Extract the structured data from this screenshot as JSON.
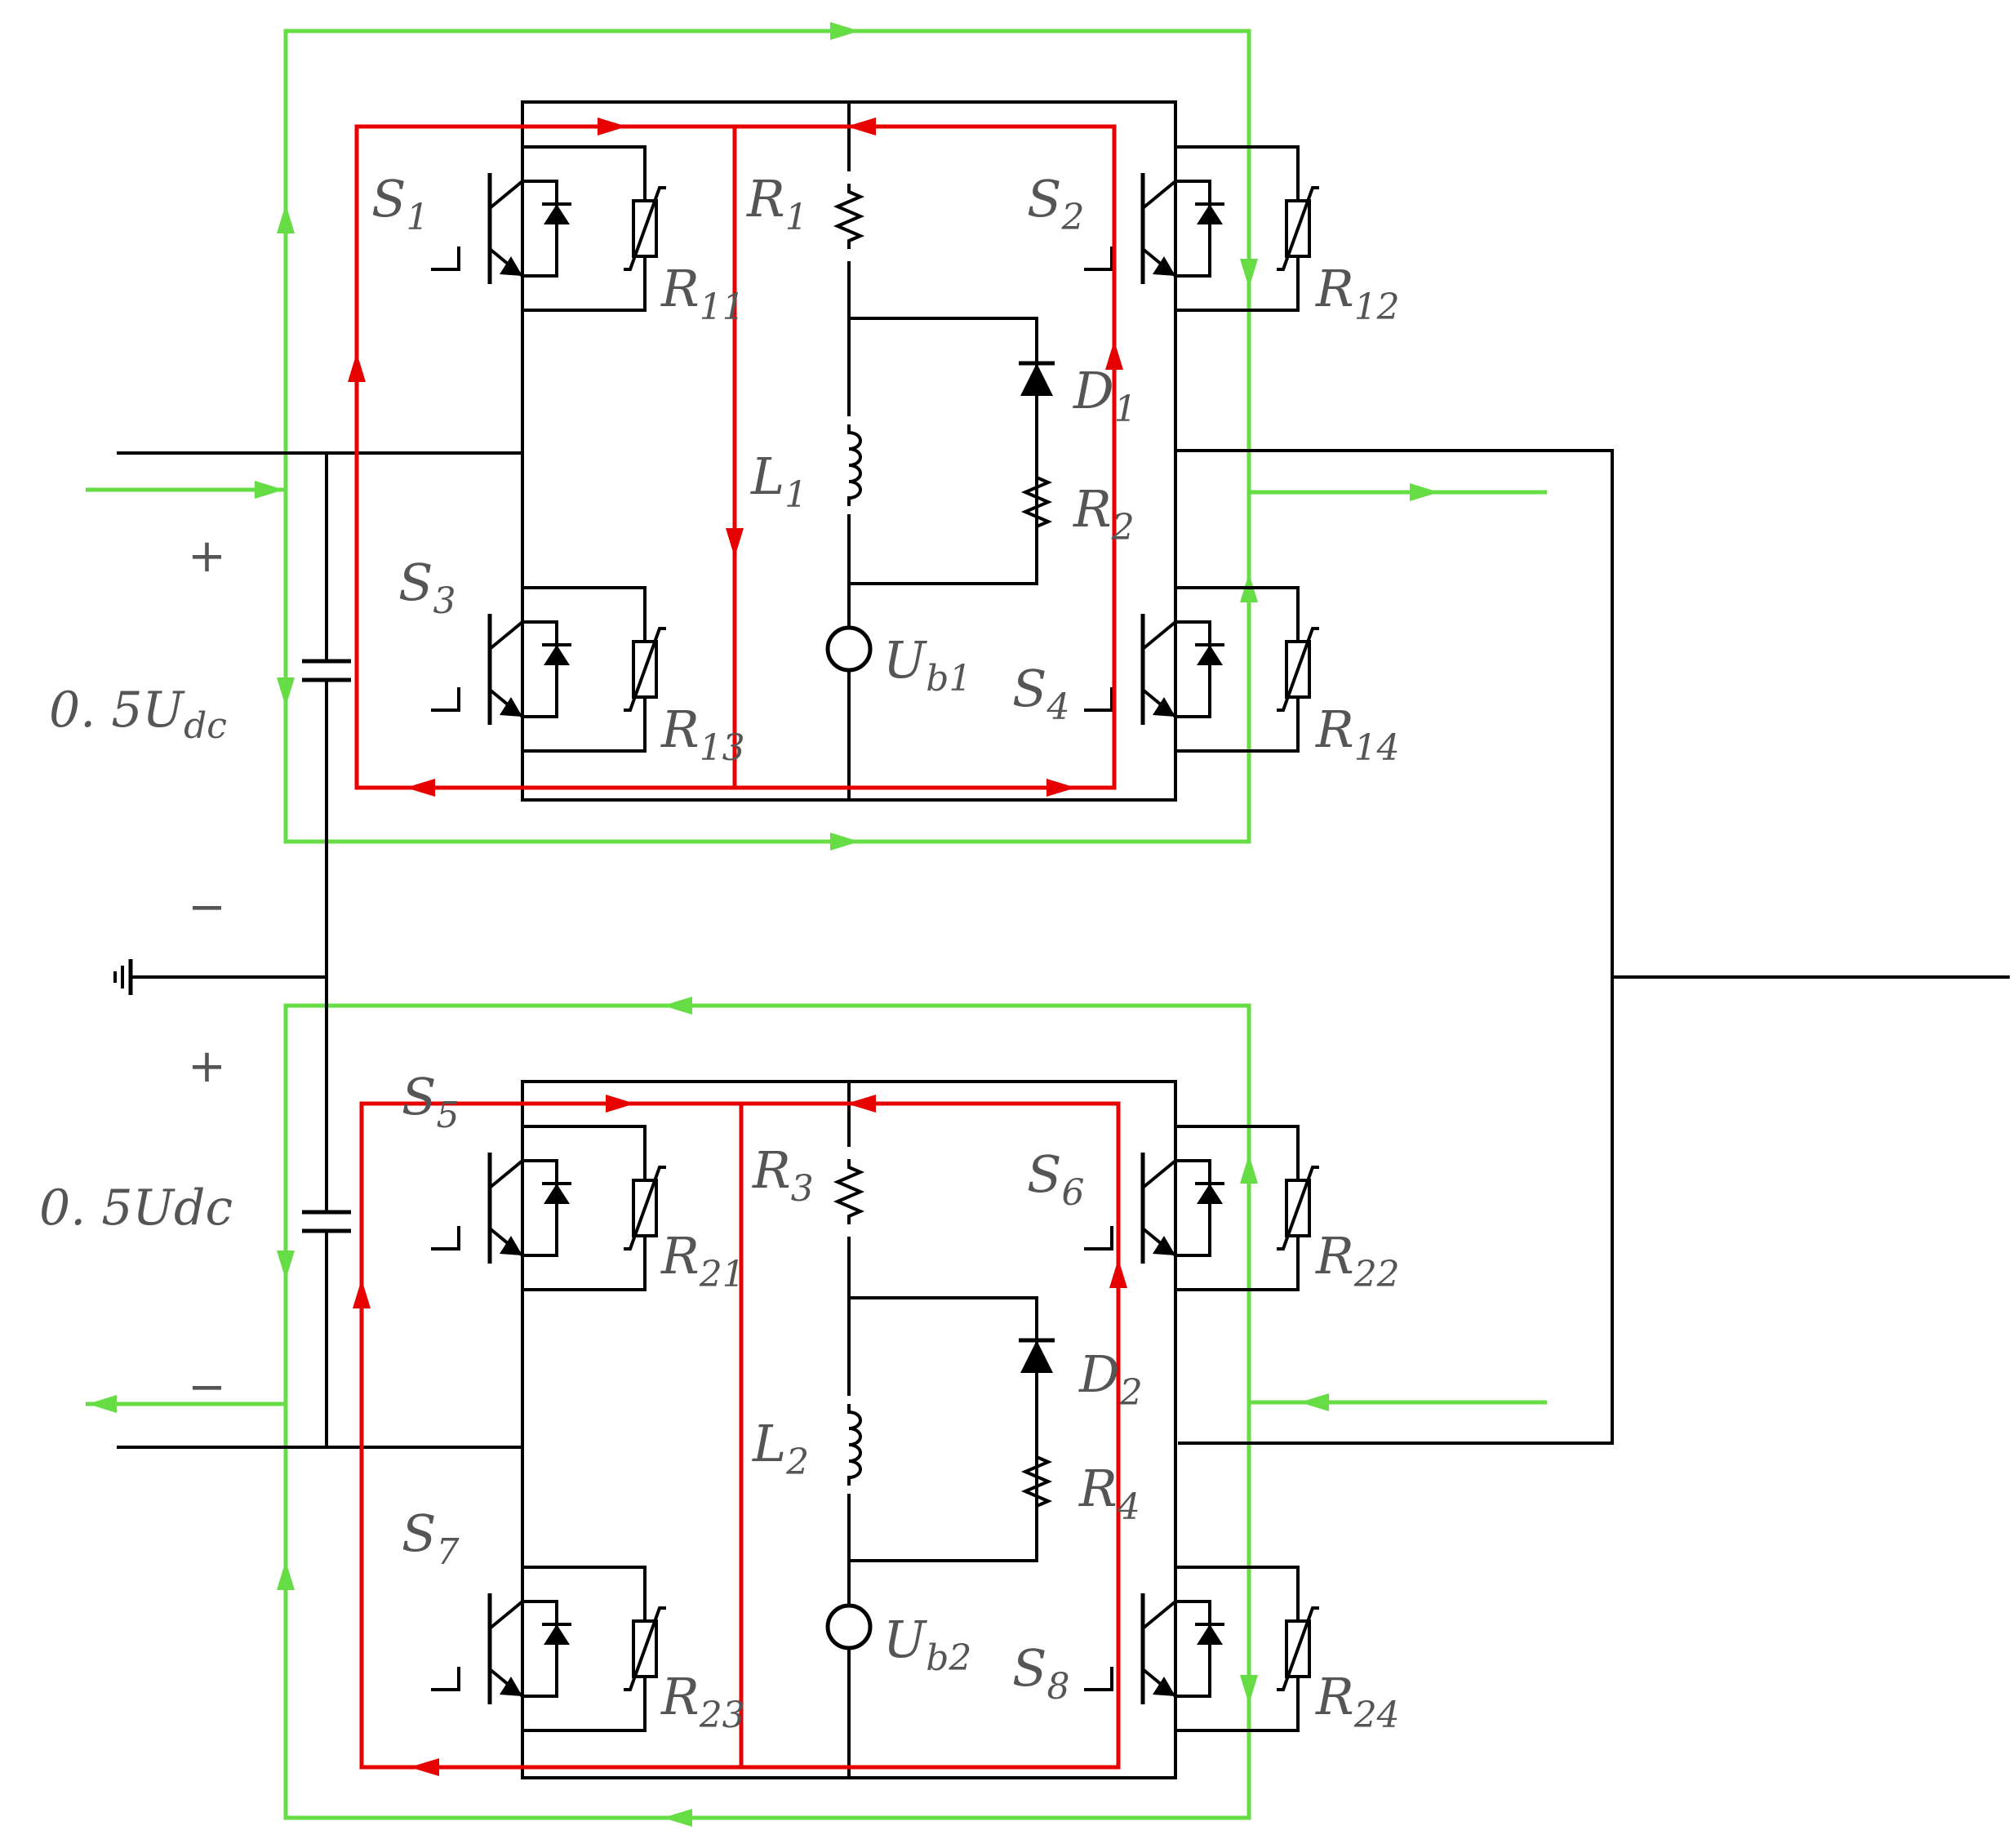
{
  "colors": {
    "wire": "#000000",
    "red_path": "#e60000",
    "green_path": "#66dd44",
    "label": "#555555"
  },
  "labels": {
    "upper_voltage": {
      "prefix": "0. 5U",
      "sub": "dc"
    },
    "lower_voltage": "0. 5Udc",
    "plus_upper": "+",
    "minus_upper": "−",
    "plus_lower": "+",
    "minus_lower": "−"
  },
  "switches": [
    {
      "base": "S",
      "sub": "1"
    },
    {
      "base": "S",
      "sub": "2"
    },
    {
      "base": "S",
      "sub": "3"
    },
    {
      "base": "S",
      "sub": "4"
    },
    {
      "base": "S",
      "sub": "5"
    },
    {
      "base": "S",
      "sub": "6"
    },
    {
      "base": "S",
      "sub": "7"
    },
    {
      "base": "S",
      "sub": "8"
    }
  ],
  "varistors": [
    {
      "base": "R",
      "sub": "11"
    },
    {
      "base": "R",
      "sub": "12"
    },
    {
      "base": "R",
      "sub": "13"
    },
    {
      "base": "R",
      "sub": "14"
    },
    {
      "base": "R",
      "sub": "21"
    },
    {
      "base": "R",
      "sub": "22"
    },
    {
      "base": "R",
      "sub": "23"
    },
    {
      "base": "R",
      "sub": "24"
    }
  ],
  "resistors": [
    {
      "base": "R",
      "sub": "1"
    },
    {
      "base": "R",
      "sub": "2"
    },
    {
      "base": "R",
      "sub": "3"
    },
    {
      "base": "R",
      "sub": "4"
    }
  ],
  "inductors": [
    {
      "base": "L",
      "sub": "1"
    },
    {
      "base": "L",
      "sub": "2"
    }
  ],
  "diodes": [
    {
      "base": "D",
      "sub": "1"
    },
    {
      "base": "D",
      "sub": "2"
    }
  ],
  "sources": [
    {
      "base": "U",
      "sub": "b1"
    },
    {
      "base": "U",
      "sub": "b2"
    }
  ]
}
